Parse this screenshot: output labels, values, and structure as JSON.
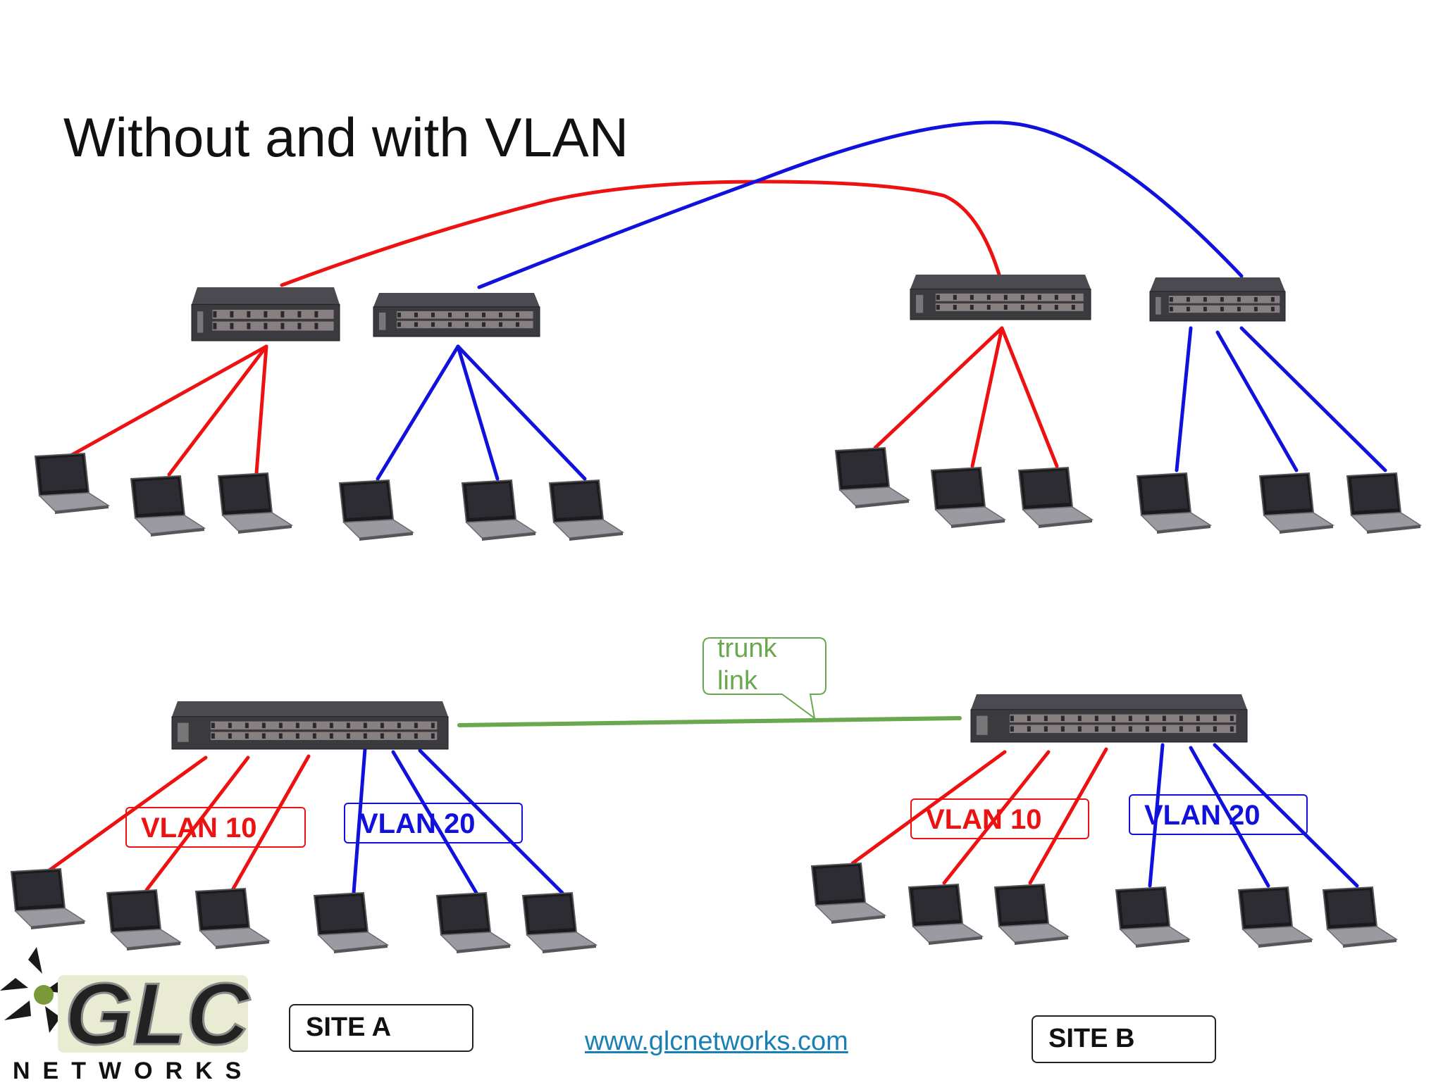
{
  "title": "Without and with VLAN",
  "labels": {
    "vlan10": "VLAN 10",
    "vlan20": "VLAN 20",
    "site_a": "SITE A",
    "site_b": "SITE B",
    "trunk_line1": "trunk",
    "trunk_line2": "link"
  },
  "footer": {
    "url": "www.glcnetworks.com",
    "logo_letters": "GLC",
    "logo_word": "NETWORKS"
  },
  "colors": {
    "vlan10": "#ee1111",
    "vlan20": "#1111dd",
    "trunk": "#6aa84f",
    "link": "#1a7fb5",
    "device": "#3a3a3f"
  },
  "icons": [
    "network-switch-icon",
    "laptop-icon",
    "glc-logo-icon"
  ]
}
